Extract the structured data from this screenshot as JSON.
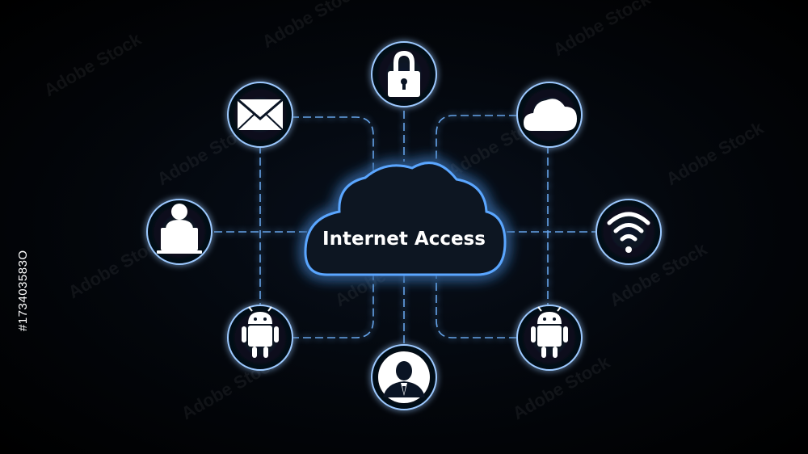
{
  "center": {
    "label": "Internet Access"
  },
  "nodes": [
    {
      "id": "lock",
      "icon": "lock-icon"
    },
    {
      "id": "mail",
      "icon": "envelope-icon"
    },
    {
      "id": "cloud",
      "icon": "cloud-icon"
    },
    {
      "id": "user-laptop",
      "icon": "user-laptop-icon"
    },
    {
      "id": "wifi",
      "icon": "wifi-icon"
    },
    {
      "id": "android-left",
      "icon": "android-icon"
    },
    {
      "id": "android-right",
      "icon": "android-icon"
    },
    {
      "id": "businessman",
      "icon": "businessman-icon"
    }
  ],
  "watermark": {
    "text": "Adobe Stock",
    "id": "#173403583O"
  },
  "colors": {
    "glow": "#3d8bff",
    "line": "#6fb3ff",
    "ring": "#9cc9ff",
    "background": "#000000"
  }
}
